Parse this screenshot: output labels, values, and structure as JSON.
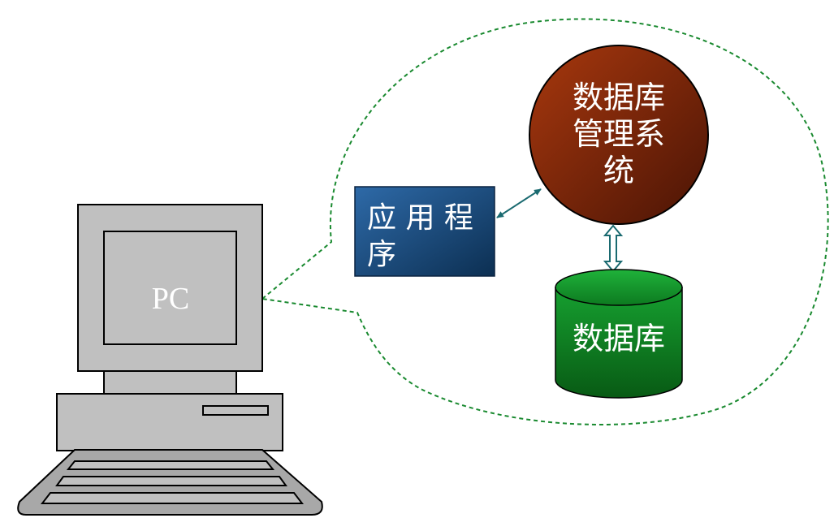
{
  "pc": {
    "label": "PC"
  },
  "application": {
    "line1": "应 用 程",
    "line2": "序"
  },
  "dbms": {
    "line1": "数据库",
    "line2": "管理系",
    "line3": "统"
  },
  "database": {
    "label": "数据库"
  },
  "colors": {
    "app_box": "#2a5a90",
    "dbms_circle": "#8a2a0a",
    "database_cylinder": "#0a7a20",
    "callout_border": "#1a8a30",
    "arrow": "#1a6a70",
    "computer_body": "#c0c0c0"
  }
}
